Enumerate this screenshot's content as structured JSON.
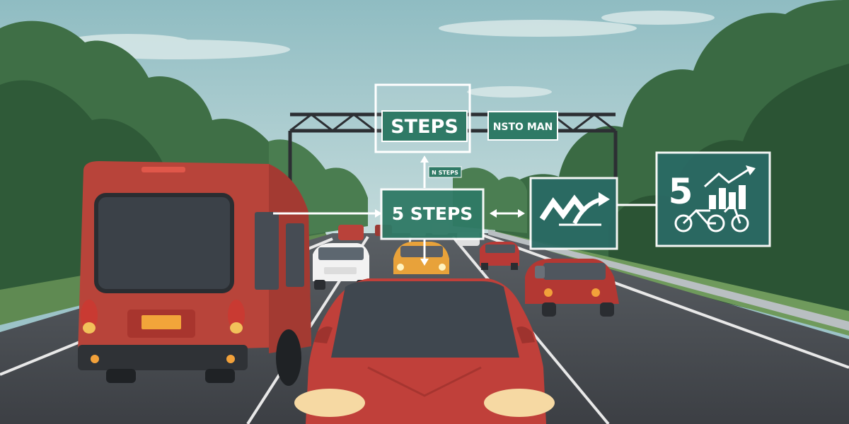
{
  "signs": {
    "top_sign": "STEPS",
    "gantry_right_sign": "NSTO MAN",
    "small_sign": "N STEPS",
    "center_sign": "5 STEPS",
    "right_panel_number": "5"
  },
  "icons": {
    "middle_panel": "zigzag-arrow-icon",
    "right_panel": "bar-chart-bicycle-icon"
  },
  "colors": {
    "sky": "#9cc3c8",
    "sign_green": "#2f7a66",
    "panel_teal": "#2a6a64",
    "bus_red": "#b8443a",
    "car_red": "#c0403a",
    "road": "#4c5056"
  }
}
